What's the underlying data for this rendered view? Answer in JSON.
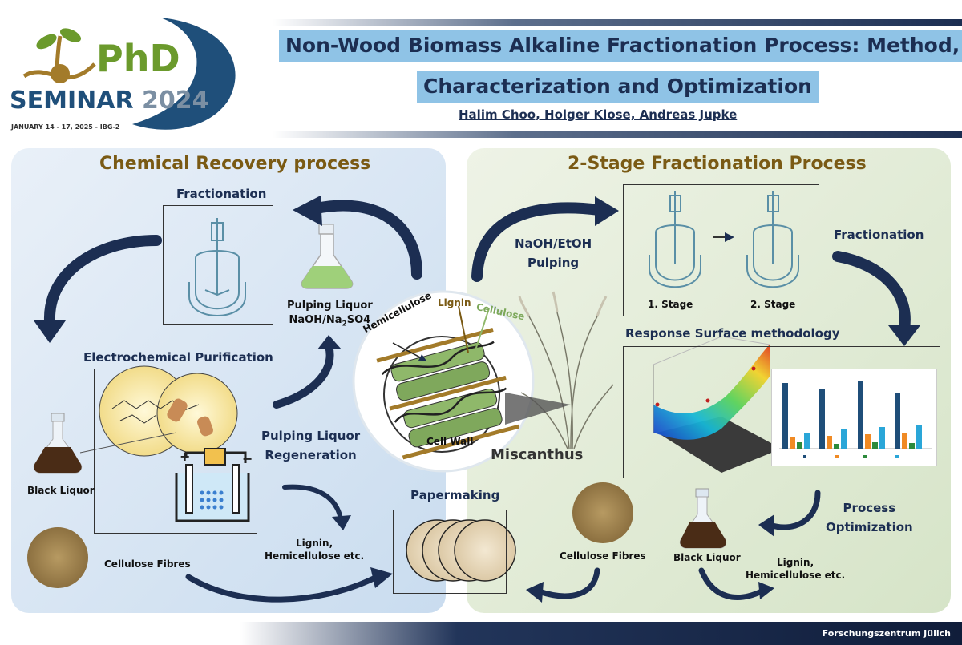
{
  "logo": {
    "phd": "PhD",
    "seminar": "SEMINAR",
    "year": "2024",
    "dates": "JANUARY 14 - 17, 2025 - IBG-2"
  },
  "header": {
    "title_line1": "Non-Wood Biomass Alkaline Fractionation Process: Method,",
    "title_line2": "Characterization and Optimization",
    "authors": "Halim Choo, Holger Klose, Andreas Jupke"
  },
  "left_panel": {
    "title": "Chemical Recovery process",
    "fractionation": "Fractionation",
    "pulping_liquor": "Pulping Liquor",
    "pulping_liquor_formula": "NaOH/Na",
    "formula_sub": "2",
    "formula_tail": "SO4",
    "electrochemical": "Electrochemical Purification",
    "black_liquor": "Black Liquor",
    "regeneration_line1": "Pulping Liquor",
    "regeneration_line2": "Regeneration",
    "lignin_line1": "Lignin,",
    "lignin_line2": "Hemicellulose etc.",
    "cellulose_fibres": "Cellulose Fibres"
  },
  "center": {
    "hemicellulose": "Hemicellulose",
    "lignin": "Lignin",
    "cellulose": "Cellulose",
    "cell_wall": "Cell Wall",
    "miscanthus": "Miscanthus",
    "papermaking": "Papermaking"
  },
  "right_panel": {
    "title": "2-Stage Fractionation Process",
    "pulping_line1": "NaOH/EtOH",
    "pulping_line2": "Pulping",
    "fractionation": "Fractionation",
    "stage1": "1. Stage",
    "stage2": "2. Stage",
    "rsm": "Response Surface methodology",
    "process_opt_line1": "Process",
    "process_opt_line2": "Optimization",
    "cellulose_fibres": "Cellulose Fibres",
    "black_liquor": "Black Liquor",
    "lignin_line1": "Lignin,",
    "lignin_line2": "Hemicellulose etc."
  },
  "footer": {
    "institute": "Forschungszentrum Jülich"
  },
  "colors": {
    "navy": "#1c2e52",
    "gold": "#7a5a14",
    "left_panel": "#dce8f5",
    "right_panel": "#e2ecd9",
    "title_bg": "#8fc3e6"
  }
}
